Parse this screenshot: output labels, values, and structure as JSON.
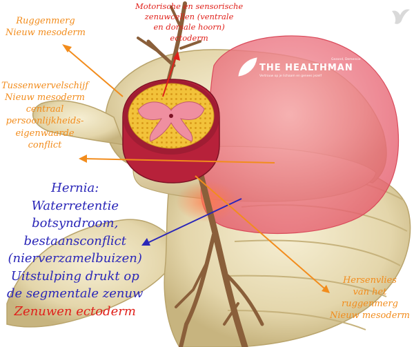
{
  "labels": {
    "spinal_cord": [
      "Ruggenmerg",
      "Nieuw mesoderm"
    ],
    "nerve_cells": [
      "Motorische en sensorische",
      "zenuwcellen (ventrale",
      "en dorsale hoorn)",
      "ectoderm"
    ],
    "disc": [
      "Tussenwervelschijf",
      "Nieuw mesoderm",
      "centraal",
      "persoonlijkheids-",
      "eigenwaarde",
      "conflict"
    ],
    "hernia": [
      "Hernia:",
      "Waterretentie",
      "botsyndroom,",
      "bestaansconflict",
      "(nierverzamelbuizen)",
      "Uitstulping drukt op",
      "de segmentale zenuw"
    ],
    "hernia_nerves": "Zenuwen ectoderm",
    "meninges": [
      "Hersenvlies",
      "van het",
      "ruggenmerg",
      "Nieuw mesoderm"
    ]
  },
  "logo": {
    "name": "THE HEALTHMAN",
    "tagline": "Vertrouw op je lichaam en genees jezelf",
    "small": "Gezond, Demensie"
  },
  "colors": {
    "orange_label": "#f28c1c",
    "red_label": "#e0201a",
    "blue_label": "#2a26b8",
    "bone": "#e8ddb8",
    "hernia_pink": "#ee6f7c"
  }
}
